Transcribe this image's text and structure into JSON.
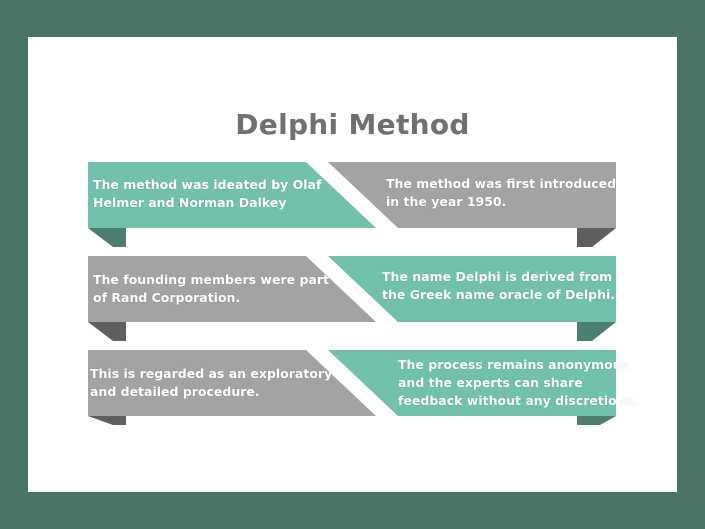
{
  "title": "Delphi Method",
  "colors": {
    "background": "#4a7466",
    "teal": "#72c1ad",
    "gray": "#a3a3a3",
    "teal_fold": "#4d7f70",
    "gray_fold": "#5f5f5f",
    "title": "#707070"
  },
  "rows": [
    {
      "left": {
        "color": "teal",
        "lines": [
          "The method was ideated by Olaf",
          "Helmer and Norman Dalkey"
        ]
      },
      "right": {
        "color": "gray",
        "lines": [
          "The method was first introduced",
          "in the year 1950."
        ]
      }
    },
    {
      "left": {
        "color": "gray",
        "lines": [
          "The founding members were part",
          "of Rand Corporation."
        ]
      },
      "right": {
        "color": "teal",
        "lines": [
          "The name Delphi is derived from",
          "the Greek name oracle of Delphi."
        ]
      }
    },
    {
      "left": {
        "color": "gray",
        "lines": [
          "This is regarded as an exploratory",
          "and detailed procedure."
        ]
      },
      "right": {
        "color": "teal",
        "lines": [
          "The process remains anonymous",
          "and the experts can share",
          "feedback without any discretions."
        ]
      }
    }
  ]
}
